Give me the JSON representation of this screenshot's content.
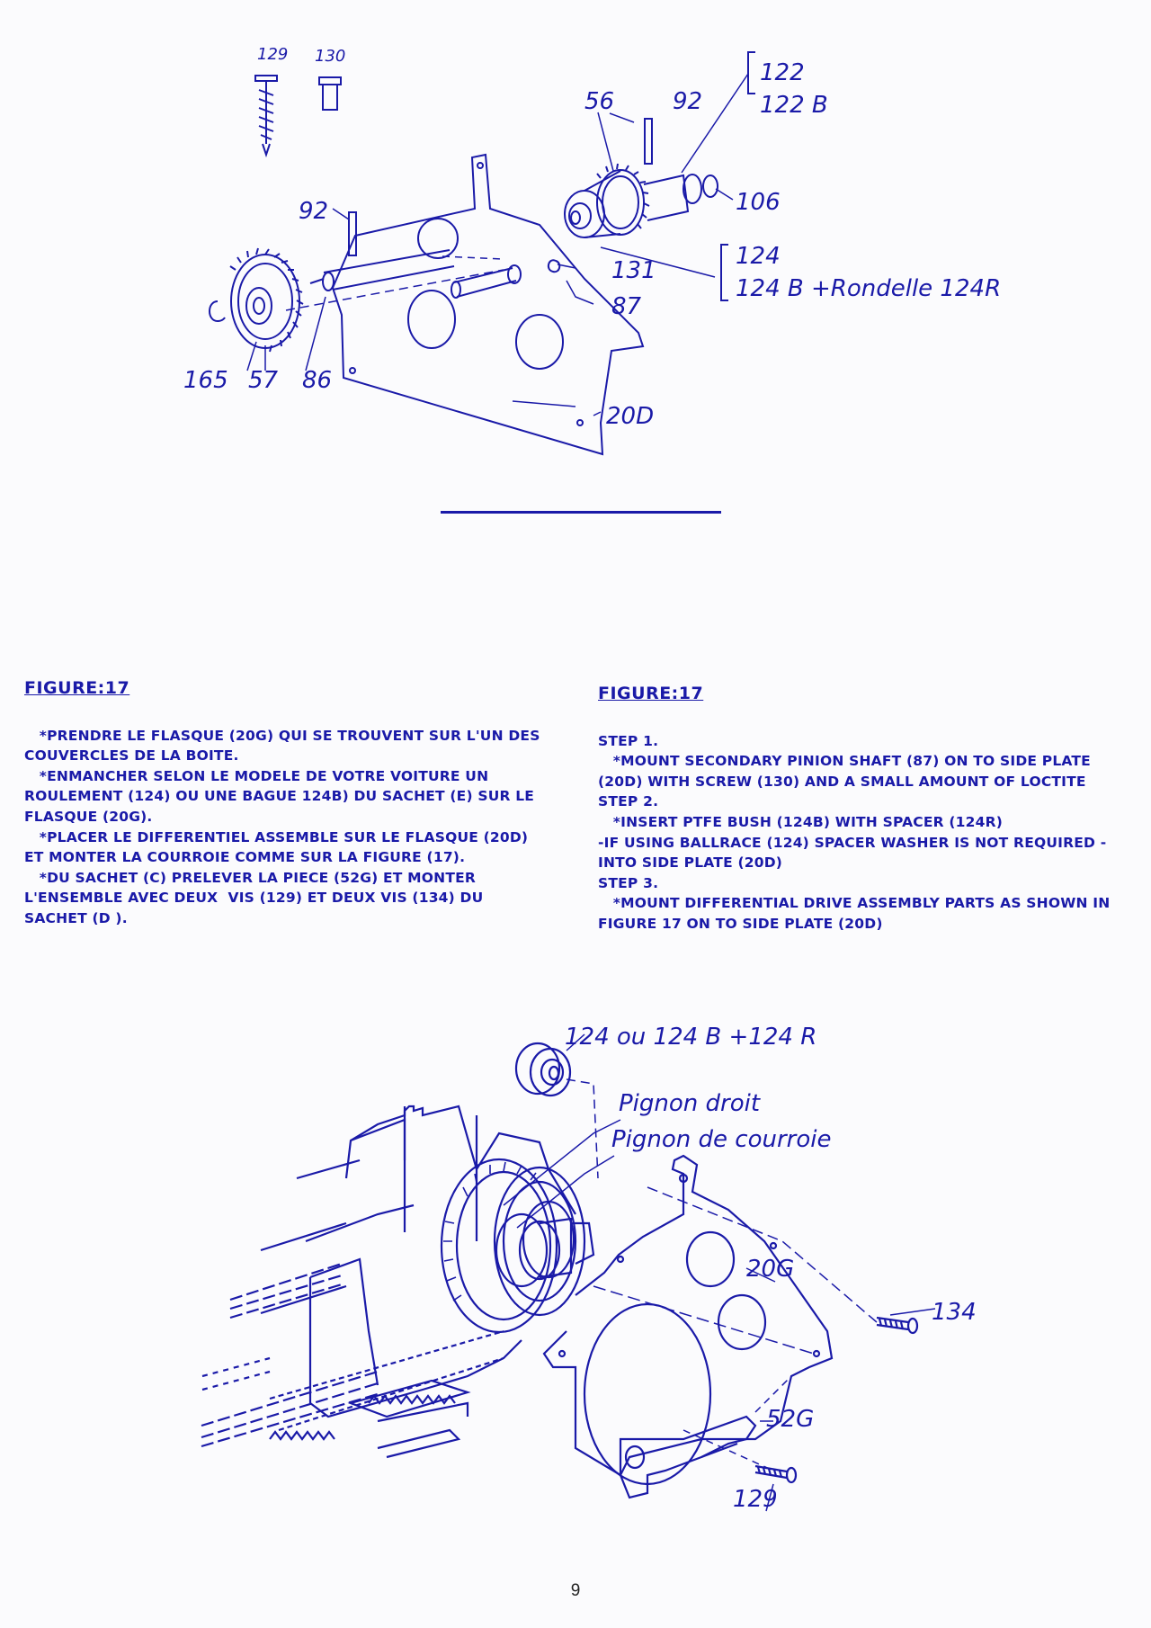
{
  "figure_top": {
    "labels": {
      "screw_a": "129",
      "screw_b": "130",
      "pinion": "56",
      "pin_upper": "92",
      "bearing_a": "122",
      "bearing_b": "122 B",
      "washer_106": "106",
      "pin_lower": "92",
      "clip": "131",
      "shaft": "87",
      "bush_a": "124",
      "bush_b": "124 B +Rondelle 124R",
      "circlip": "165",
      "gear": "57",
      "axle": "86",
      "plate": "20D"
    }
  },
  "french": {
    "heading": "FIGURE:17",
    "lines": [
      "   *PRENDRE LE FLASQUE (20G) QUI SE TROUVENT SUR L'UN DES",
      "COUVERCLES DE LA BOITE.",
      "   *ENMANCHER SELON LE MODELE DE VOTRE VOITURE UN",
      "ROULEMENT (124) OU UNE BAGUE 124B) DU SACHET (E) SUR LE",
      "FLASQUE (20G).",
      "   *PLACER LE DIFFERENTIEL ASSEMBLE SUR LE FLASQUE (20D)",
      "ET MONTER LA COURROIE COMME SUR LA FIGURE (17).",
      "   *DU SACHET (C) PRELEVER LA PIECE (52G) ET MONTER",
      "L'ENSEMBLE AVEC DEUX  VIS (129) ET DEUX VIS (134) DU",
      "SACHET (D )."
    ]
  },
  "english": {
    "heading": "FIGURE:17",
    "lines": [
      "STEP 1.",
      "   *MOUNT SECONDARY PINION SHAFT (87) ON TO SIDE PLATE",
      "(20D) WITH SCREW (130) AND A SMALL AMOUNT OF LOCTITE",
      "STEP 2.",
      "   *INSERT PTFE BUSH (124B) WITH SPACER (124R)",
      "-IF USING BALLRACE (124) SPACER WASHER IS NOT REQUIRED -",
      "INTO SIDE PLATE (20D)",
      "STEP 3.",
      "   *MOUNT DIFFERENTIAL DRIVE ASSEMBLY PARTS AS SHOWN IN",
      "FIGURE 17 ON TO SIDE PLATE (20D)"
    ]
  },
  "figure_bottom": {
    "labels": {
      "bearing": "124 ou 124 B +124 R",
      "pinion_right": "Pignon droit",
      "belt_pinion": "Pignon de courroie",
      "plate": "20G",
      "screw_134": "134",
      "cover": "52G",
      "screw_129": "129"
    }
  },
  "page_number": "9",
  "colors": {
    "ink": "#1a1aa8",
    "paper": "#fbfbfd"
  }
}
